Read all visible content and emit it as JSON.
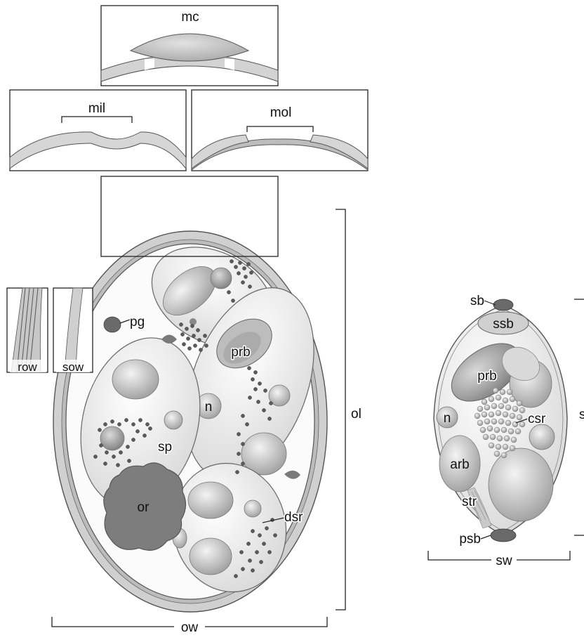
{
  "labels": {
    "mc": "mc",
    "mil": "mil",
    "mol": "mol",
    "pg": "pg",
    "row": "row",
    "sow": "sow",
    "prb": "prb",
    "n": "n",
    "sp": "sp",
    "or": "or",
    "dsr": "dsr",
    "ol": "ol",
    "ow": "ow",
    "sb": "sb",
    "ssb": "ssb",
    "prb2": "prb",
    "n2": "n",
    "csr": "csr",
    "arb": "arb",
    "str": "str",
    "psb": "psb",
    "sw": "sw",
    "sl": "s"
  },
  "colors": {
    "wall_fill": "#d3d3d3",
    "wall_stroke": "#555555",
    "body_fill": "#c9c9c9",
    "body_stroke": "#6a6a6a",
    "sporocyst_fill": "#f1f1f1",
    "residuum_fill": "#7d7d7d",
    "granule_fill": "#5a5a5a",
    "line": "#222222"
  }
}
